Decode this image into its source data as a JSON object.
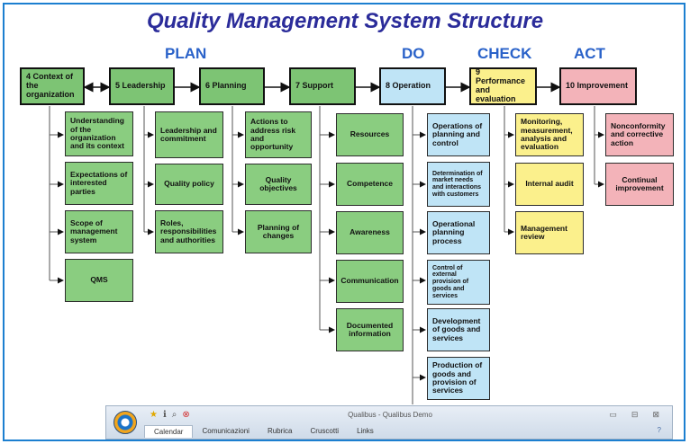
{
  "title": "Quality Management System Structure",
  "phases": {
    "plan": "PLAN",
    "do": "DO",
    "check": "CHECK",
    "act": "ACT"
  },
  "main": [
    "4 Context of the organization",
    "5 Leadership",
    "6 Planning",
    "7 Support",
    "8 Operation",
    "9 Performance and evaluation",
    "10 Improvement"
  ],
  "context": [
    "Understanding of the organization and its context",
    "Expectations of interested parties",
    "Scope of management system",
    "QMS"
  ],
  "leadership": [
    "Leadership and commitment",
    "Quality policy",
    "Roles, responsibilities and authorities"
  ],
  "planning": [
    "Actions to address risk and opportunity",
    "Quality objectives",
    "Planning of changes"
  ],
  "support": [
    "Resources",
    "Competence",
    "Awareness",
    "Communication",
    "Documented information"
  ],
  "operation": [
    "Operations of planning and control",
    "Determination of market needs and interactions with customers",
    "Operational planning process",
    "Control of external provision of goods and services",
    "Development of goods and services",
    "Production of goods and provision of services"
  ],
  "performance": [
    "Monitoring, measurement, analysis and evaluation",
    "Internal audit",
    "Management review"
  ],
  "improvement": [
    "Nonconformity and corrective action",
    "Continual improvement"
  ],
  "taskbar": {
    "title": "Qualibus - Qualibus Demo",
    "tabs": [
      "Calendar",
      "Comunicazioni",
      "Rubrica",
      "Cruscotti",
      "Links"
    ],
    "win_min": "▭",
    "win_max": "⊟",
    "win_close": "⊠",
    "help": "?"
  }
}
